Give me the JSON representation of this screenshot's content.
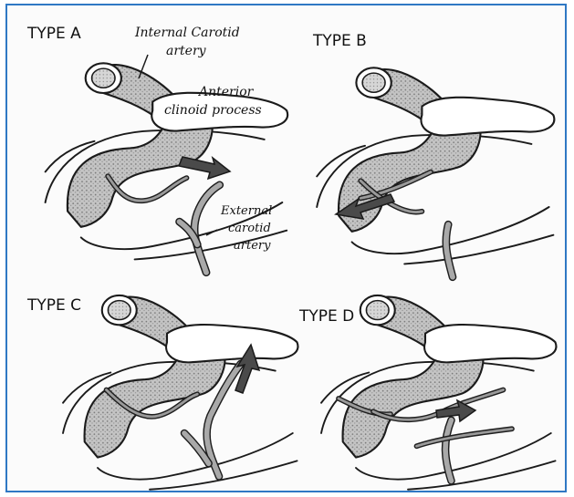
{
  "panels": {
    "a": {
      "title": "TYPE A"
    },
    "b": {
      "title": "TYPE B"
    },
    "c": {
      "title": "TYPE C"
    },
    "d": {
      "title": "TYPE D"
    }
  },
  "labels": {
    "ica_line1": "Internal Carotid",
    "ica_line2": "artery",
    "acp_line1": "Anterior",
    "acp_line2": "clinoid process",
    "eca_line1": "External",
    "eca_line2": "carotid",
    "eca_line3": "artery"
  },
  "colors": {
    "frame_border": "#2f78c4",
    "stipple": "#b8b8b8",
    "ink": "#1b1b1b"
  }
}
